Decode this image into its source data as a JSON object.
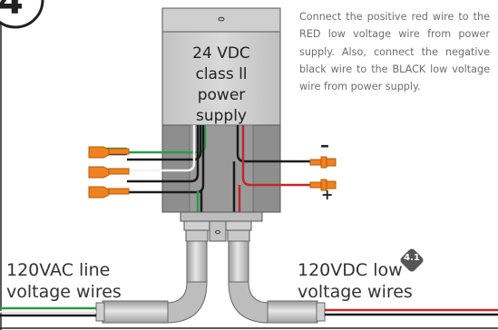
{
  "step": {
    "number": "4",
    "instructions": "Connect the positive red wire to the RED low voltage wire from power supply. Also, connect the negative black wire to the BLACK low voltage wire from power supply."
  },
  "power_supply": {
    "label_lines": [
      "24 VDC",
      "class ll",
      "power",
      "supply"
    ]
  },
  "polarity": {
    "negative": "–",
    "positive": "+"
  },
  "left_wires": {
    "label_line1": "120VAC line",
    "label_line2": "voltage wires"
  },
  "right_wires": {
    "label_line1": "120VDC low",
    "label_line2": "voltage wires",
    "badge": "4.1"
  },
  "colors": {
    "red_wire": "#c0282a",
    "black_wire": "#1a1a1a",
    "green_wire": "#2c9a47",
    "white_wire": "#f4f4f4",
    "wire_nut": "#f0821e",
    "enclosure": "#c8c8c8",
    "enclosure_dark": "#8c8c8c",
    "badge": "#555555"
  }
}
